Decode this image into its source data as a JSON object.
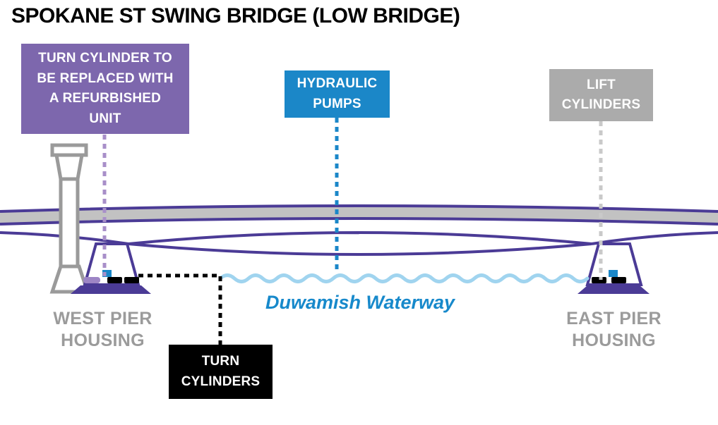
{
  "title": "SPOKANE ST SWING BRIDGE (LOW BRIDGE)",
  "callouts": {
    "turn_cylinder_note": {
      "text": "TURN CYLINDER TO\nBE REPLACED WITH\nA REFURBISHED\nUNIT",
      "color": "#7d67ad"
    },
    "hydraulic_pumps": {
      "text": "HYDRAULIC\nPUMPS",
      "color": "#1b87c8"
    },
    "lift_cylinders": {
      "text": "LIFT\nCYLINDERS",
      "color": "#ababab"
    },
    "turn_cylinders": {
      "text": "TURN\nCYLINDERS",
      "color": "#000000"
    }
  },
  "diagram_labels": {
    "waterway": "Duwamish Waterway",
    "west_pier": "WEST PIER\nHOUSING",
    "east_pier": "EAST PIER\nHOUSING"
  },
  "colors": {
    "bridge_purple": "#4b3b96",
    "deck_gray": "#c2c2c2",
    "tower_gray": "#9a9a9a",
    "water_blue": "#a0d4ef",
    "waterway_text_blue": "#1789cb",
    "pier_text_gray": "#9b9b9b",
    "leader_purple": "#a88fc9",
    "leader_blue": "#1b87c8",
    "leader_gray": "#c9c9c9",
    "leader_black": "#000000"
  }
}
